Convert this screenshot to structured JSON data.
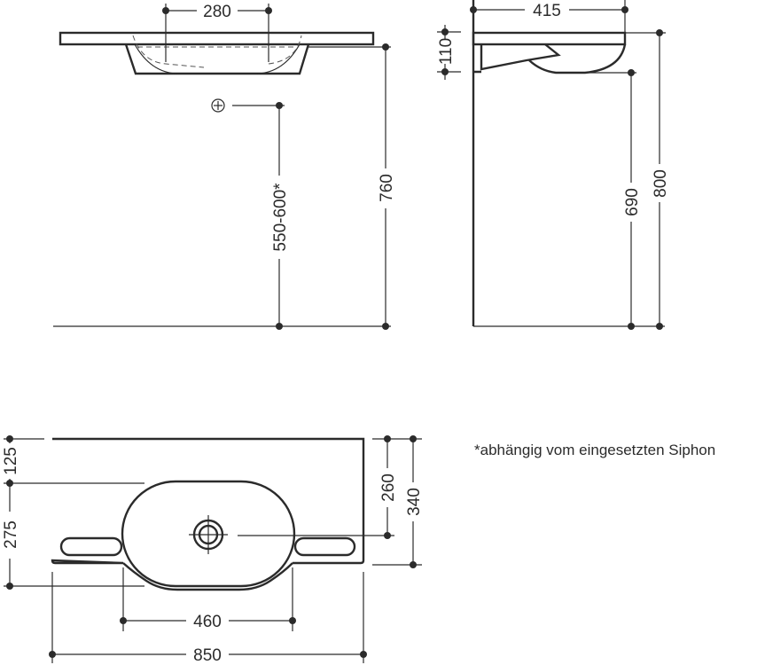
{
  "front_view": {
    "tap_spacing": "280",
    "total_height": "760",
    "siphon_height": "550-600*"
  },
  "side_view": {
    "depth": "415",
    "rim_thickness": "110",
    "top_height": "800",
    "underside_height": "690"
  },
  "top_view": {
    "rim_to_bowl": "125",
    "bowl_length": "275",
    "wall_to_drain": "260",
    "total_depth": "340",
    "bowl_width": "460",
    "total_width": "850"
  },
  "footnote": "*abhängig vom eingesetzten Siphon"
}
